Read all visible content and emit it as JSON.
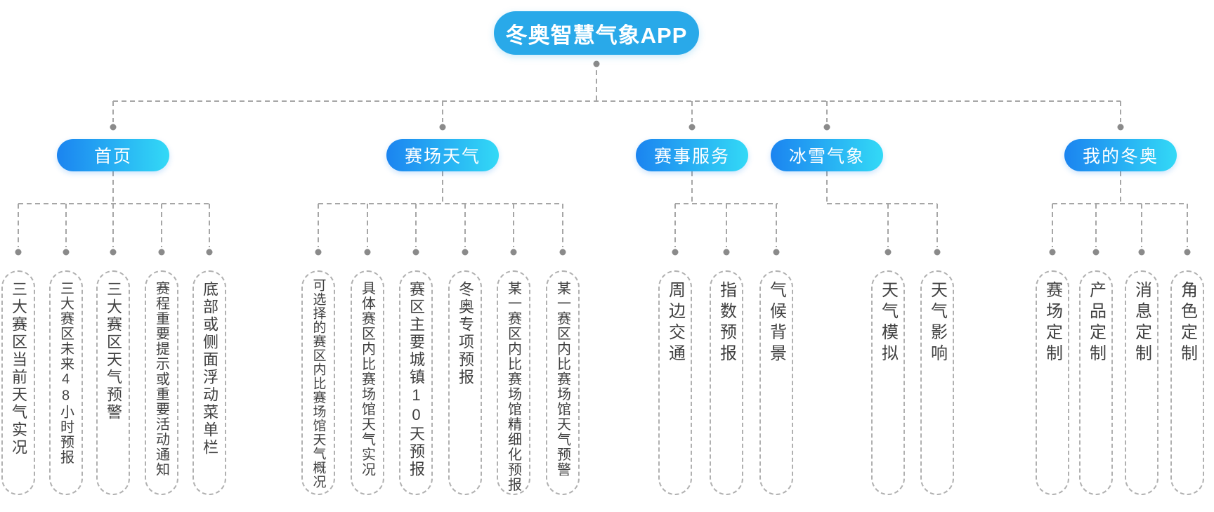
{
  "root": {
    "label": "冬奥智慧气象APP"
  },
  "branches": [
    {
      "label": "首页",
      "children": [
        "三大赛区当前天气实况",
        "三大赛区未来48小时预报",
        "三大赛区天气预警",
        "赛程重要提示或重要活动通知",
        "底部或侧面浮动菜单栏"
      ]
    },
    {
      "label": "赛场天气",
      "children": [
        "可选择的赛区内比赛场馆天气概况",
        "具体赛区内比赛场馆天气实况",
        "赛区主要城镇10天预报",
        "冬奥专项预报",
        "某一赛区内比赛场馆精细化预报",
        "某一赛区内比赛场馆天气预警"
      ]
    },
    {
      "label": "赛事服务",
      "children": [
        "周边交通",
        "指数预报",
        "气候背景"
      ]
    },
    {
      "label": "冰雪气象",
      "children": [
        "天气模拟",
        "天气影响"
      ]
    },
    {
      "label": "我的冬奥",
      "children": [
        "赛场定制",
        "产品定制",
        "消息定制",
        "角色定制"
      ]
    }
  ],
  "colors": {
    "root_fill": "#29a9e9",
    "branch_gradient_start": "#1b84f0",
    "branch_gradient_end": "#33d9f6",
    "connector_line": "#a6a6a6",
    "connector_dot": "#8a8a8a",
    "leaf_border": "#b0b0b0",
    "leaf_text": "#404040",
    "node_text": "#ffffff"
  }
}
